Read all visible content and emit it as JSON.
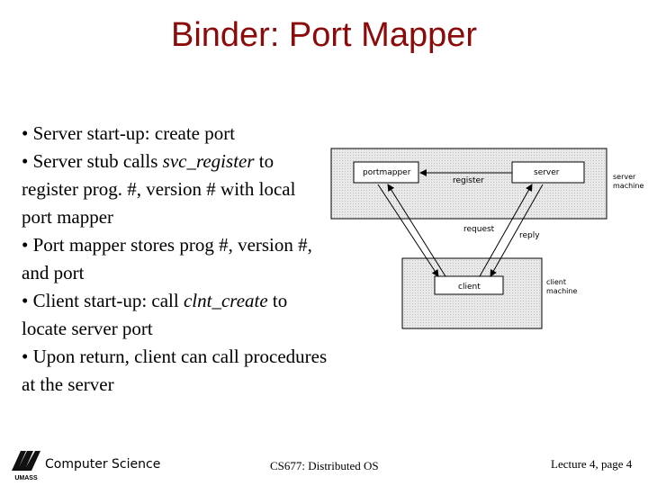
{
  "slide": {
    "title": "Binder: Port Mapper",
    "bullets": [
      {
        "pre": "• Server start-up: create  port",
        "em": "",
        "post": ""
      },
      {
        "pre": "• Server stub calls ",
        "em": "svc_register",
        "post": " to register prog. #, version # with local port mapper"
      },
      {
        "pre": "• Port mapper stores prog #, version #, and port",
        "em": "",
        "post": ""
      },
      {
        "pre": "• Client start-up: call ",
        "em": "clnt_create",
        "post": " to locate server port"
      },
      {
        "pre": "• Upon return, client can call procedures at the server",
        "em": "",
        "post": ""
      }
    ]
  },
  "diagram": {
    "portmapper_label": "portmapper",
    "server_label": "server",
    "server_machine_label_1": "server",
    "server_machine_label_2": "machine",
    "register_label": "register",
    "request_label": "request",
    "reply_label": "reply",
    "client_label": "client",
    "client_machine_label_1": "client",
    "client_machine_label_2": "machine"
  },
  "footer": {
    "logo_text": "UMASS",
    "department": "Computer Science",
    "course": "CS677: Distributed OS",
    "lecture": "Lecture 4, page 4"
  },
  "colors": {
    "title": "#8b0a0a",
    "machine_fill": "#e6e6e6"
  }
}
